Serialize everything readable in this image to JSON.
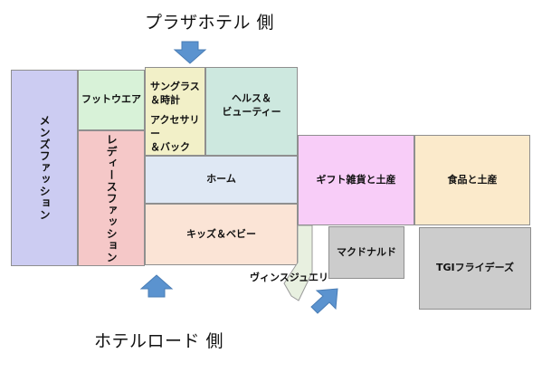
{
  "labels": {
    "top": "プラザホテル 側",
    "bottom": "ホテルロード 側"
  },
  "zones": {
    "mens": "メンズファッション",
    "footwear": "フットウエア",
    "ladies": "レディースファッション",
    "sunglasses_line1": "サングラス",
    "sunglasses_line2": "＆時計",
    "accessory_line1": "アクセサリー",
    "accessory_line2": "＆バック",
    "health_line1": "ヘルス＆",
    "health_line2": "ビューティー",
    "home": "ホーム",
    "kids": "キッズ＆ベビー",
    "gift": "ギフト雑貨と土産",
    "food": "食品と土産",
    "mcdonalds": "マクドナルド",
    "tgi": "TGIフライデーズ",
    "vins": "ヴィンスジュエリー"
  },
  "colors": {
    "mens": "#ccccf2",
    "footwear": "#d8f2d8",
    "ladies": "#f5c8c8",
    "sunglasses": "#f2f0c8",
    "health": "#cde8df",
    "home": "#dfe8f4",
    "kids": "#fbe4d6",
    "gift": "#f8cdf8",
    "food": "#fbeacb",
    "restaurant": "#cccccc",
    "vins": "#e8f0e0",
    "arrow": "#5b93cf"
  }
}
